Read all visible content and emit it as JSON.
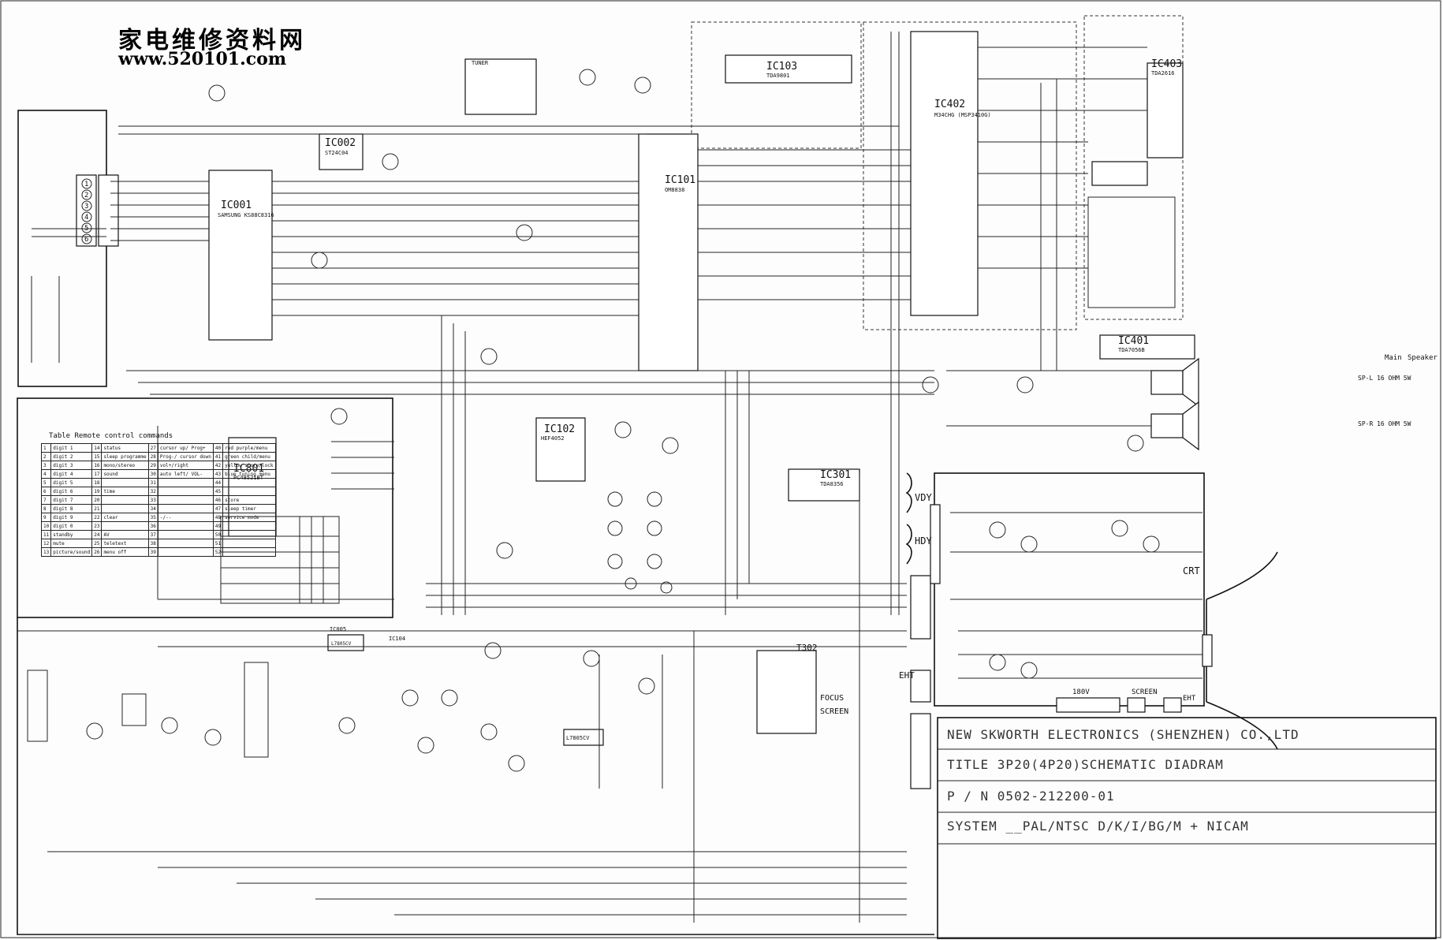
{
  "watermark": {
    "site_name_cn": "家电维修资料网",
    "site_url": "www.520101.com"
  },
  "title_block": {
    "company": "NEW SKWORTH ELECTRONICS (SHENZHEN) CO.,LTD",
    "title": "TITLE 3P20(4P20)SCHEMATIC DIADRAM",
    "part_number": "P / N 0502-212200-01",
    "system": "SYSTEM __PAL/NTSC D/K/I/BG/M + NICAM"
  },
  "ics": [
    {
      "ref": "IC001",
      "part": "SAMSUNG KS88C8316"
    },
    {
      "ref": "IC002",
      "part": "ST24C04"
    },
    {
      "ref": "IC101",
      "part": "OM8838"
    },
    {
      "ref": "IC102",
      "part": "HEF4052"
    },
    {
      "ref": "IC103",
      "part": "TDA9801"
    },
    {
      "ref": "IC104",
      "part": ""
    },
    {
      "ref": "IC005",
      "part": "L7805CV"
    },
    {
      "ref": "IC301",
      "part": "TDA8356"
    },
    {
      "ref": "IC401",
      "part": "TDA7056B"
    },
    {
      "ref": "IC402",
      "part": "M34CHG (MSP3410G)"
    },
    {
      "ref": "IC403",
      "part": "TDA2616"
    },
    {
      "ref": "IC801",
      "part": "PC48521BT"
    },
    {
      "ref": "L7805CV",
      "part": ""
    }
  ],
  "labels": {
    "tuner": "TUNER",
    "crt": "CRT",
    "eht": "EHT",
    "vdy": "VDY",
    "hdy": "HDY",
    "focus": "FOCUS",
    "screen": "SCREEN",
    "t302": "T302",
    "main_speaker": "Main",
    "speaker": "Speaker",
    "sp_l": "SP-L 16 OHM 5W",
    "sp_r": "SP-R 16 OHM 5W",
    "v180": "180V",
    "screen_bottom": "SCREEN",
    "eht_bottom": "EHT",
    "ehtbox": "EHT"
  },
  "remote_table": {
    "title": "Table Remote control commands",
    "rows": [
      [
        "1",
        "digit 1",
        "14",
        "status",
        "27",
        "cursor up/ Prog+",
        "40",
        "red purple/menu"
      ],
      [
        "2",
        "digit 2",
        "15",
        "sleep programme",
        "28",
        "Prog-/ cursor down",
        "41",
        "green child/menu"
      ],
      [
        "3",
        "digit 3",
        "16",
        "mono/stereo",
        "29",
        "vol+/right",
        "42",
        "yellow store/lock"
      ],
      [
        "4",
        "digit 4",
        "17",
        "sound",
        "30",
        "auto left/ VOL-",
        "43",
        "blue tuning menu"
      ],
      [
        "5",
        "digit 5",
        "18",
        "",
        "31",
        "",
        "44",
        ""
      ],
      [
        "6",
        "digit 6",
        "19",
        "time",
        "32",
        "",
        "45",
        ""
      ],
      [
        "7",
        "digit 7",
        "20",
        "",
        "33",
        "",
        "46",
        "store"
      ],
      [
        "8",
        "digit 8",
        "21",
        "",
        "34",
        "",
        "47",
        "sleep timer"
      ],
      [
        "9",
        "digit 9",
        "22",
        "clear",
        "35",
        "-/--",
        "48",
        "service mode"
      ],
      [
        "10",
        "digit 0",
        "23",
        "",
        "36",
        "",
        "49",
        ""
      ],
      [
        "11",
        "standby",
        "24",
        "AV",
        "37",
        "",
        "50",
        ""
      ],
      [
        "12",
        "mute",
        "25",
        "teletext",
        "38",
        "",
        "51",
        ""
      ],
      [
        "13",
        "picture/sound",
        "26",
        "menu off",
        "39",
        "",
        "52",
        ""
      ]
    ]
  },
  "connector_pins": [
    "1",
    "2",
    "3",
    "4",
    "5",
    "6"
  ]
}
